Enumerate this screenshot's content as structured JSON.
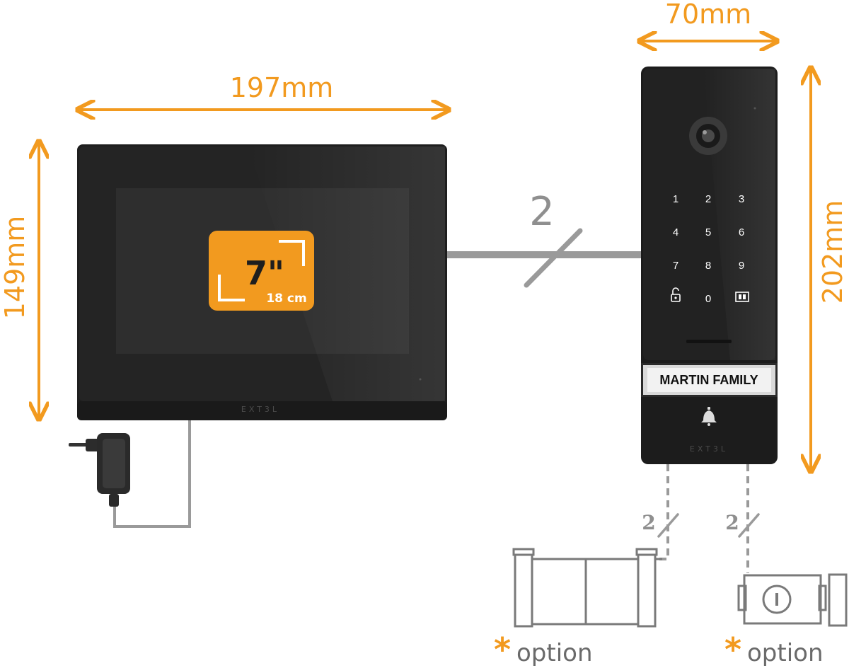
{
  "dimensions": {
    "monitor_width": "197mm",
    "monitor_height": "149mm",
    "panel_width": "70mm",
    "panel_height": "202mm"
  },
  "screen_badge": {
    "size": "7\"",
    "size_cm": "18 cm"
  },
  "brand": "EXT3L",
  "wiring": {
    "main_wire_count": "2",
    "lock_wire_count": "2",
    "gate_wire_count": "2"
  },
  "keypad": {
    "keys": [
      "1",
      "2",
      "3",
      "4",
      "5",
      "6",
      "7",
      "8",
      "9",
      "0"
    ]
  },
  "nameplate": "MARTIN FAMILY",
  "options": {
    "gate": {
      "star": "*",
      "label": "option"
    },
    "lock": {
      "star": "*",
      "label": "option"
    }
  },
  "colors": {
    "accent": "#f29a1f",
    "device": "#1e1e1e",
    "wire": "#9a9a9a"
  }
}
